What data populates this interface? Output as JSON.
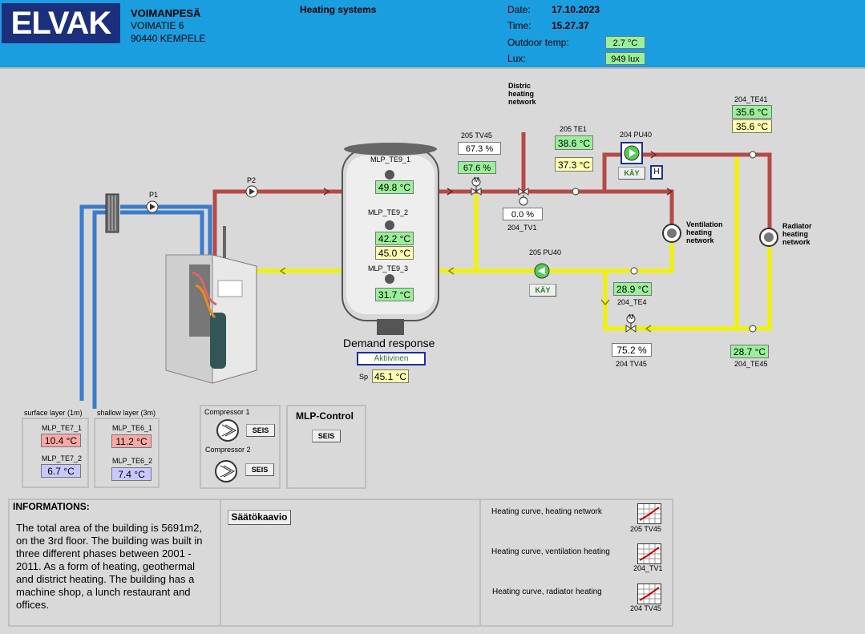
{
  "header": {
    "logo_text": "ELVAK",
    "building_name": "VOIMANPESÄ",
    "address_line": "VOIMATIE 6",
    "postcode_city": "90440 KEMPELE",
    "page_title": "Heating systems",
    "date_label": "Date:",
    "date_value": "17.10.2023",
    "time_label": "Time:",
    "time_value": "15.27.37",
    "outdoor_label": "Outdoor temp:",
    "outdoor_value": "2.7 °C",
    "lux_label": "Lux:",
    "lux_value": "949 lux"
  },
  "labels": {
    "district": "Distric heating network",
    "ventilation": "Ventilation heating network",
    "radiator": "Radiator heating network",
    "p1": "P1",
    "p2": "P2",
    "tv45_205": "205 TV45",
    "te1_205": "205 TE1",
    "pu40_204": "204 PU40",
    "pu40_205": "205 PU40",
    "tv1_204": "204_TV1",
    "te4_204": "204_TE4",
    "tv45_204": "204 TV45",
    "te45_204": "204_TE45",
    "te41_204": "204_TE41",
    "te9_1": "MLP_TE9_1",
    "te9_2": "MLP_TE9_2",
    "te9_3": "MLP_TE9_3",
    "demand_response": "Demand response",
    "sp": "Sp",
    "surface_layer": "surface layer (1m)",
    "shallow_layer": "shallow layer (3m)",
    "te7_1": "MLP_TE7_1",
    "te7_2": "MLP_TE7_2",
    "te6_1": "MLP_TE6_1",
    "te6_2": "MLP_TE6_2",
    "compressor1": "Compressor 1",
    "compressor2": "Compressor 2",
    "mlp_control": "MLP-Control",
    "valve_m": "M"
  },
  "values": {
    "tv45_205_pct": "67.3 %",
    "tv45_205_out": "67.6 %",
    "te1_205_green": "38.6 °C",
    "te1_205_yellow": "37.3 °C",
    "tv1_204_pct": "0.0 %",
    "te41_green": "35.6 °C",
    "te41_yellow": "35.6 °C",
    "te9_1": "49.8 °C",
    "te9_2_green": "42.2 °C",
    "te9_2_yellow": "45.0 °C",
    "te9_3": "31.7 °C",
    "te4_204": "28.9 °C",
    "tv45_204_pct": "75.2 %",
    "te45_204": "28.7 °C",
    "sp_value": "45.1 °C",
    "demand_status": "Aktiivinen",
    "te7_1": "10.4 °C",
    "te7_2": "6.7 °C",
    "te6_1": "11.2 °C",
    "te6_2": "7.4 °C"
  },
  "buttons": {
    "pu40_204": "KÄY",
    "pu40_204_h": "H",
    "pu40_205": "KÄY",
    "compressor1": "SEIS",
    "compressor2": "SEIS",
    "mlp_control": "SEIS",
    "saatokaavio": "Säätökaavio"
  },
  "info": {
    "title": "INFORMATIONS:",
    "text": "The total area of the building is 5691m2, on the 3rd floor. The building was built in three different phases between 2001 - 2011. As a form of heating, geothermal and district heating. The building has a machine shop, a lunch restaurant and offices."
  },
  "curves": [
    {
      "label": "Heating curve, heating network",
      "tag": "205 TV45"
    },
    {
      "label": "Heating curve, ventilation heating",
      "tag": "204_TV1"
    },
    {
      "label": "Heating curve, radiator heating",
      "tag": "204 TV45"
    }
  ],
  "colors": {
    "header_bg": "#1a9ee0",
    "supply_pipe": "#b54a47",
    "return_pipe": "#f2f200",
    "ground_pipe": "#3a7ccc",
    "value_green": "#9af09a",
    "value_yellow": "#ffffb0"
  }
}
